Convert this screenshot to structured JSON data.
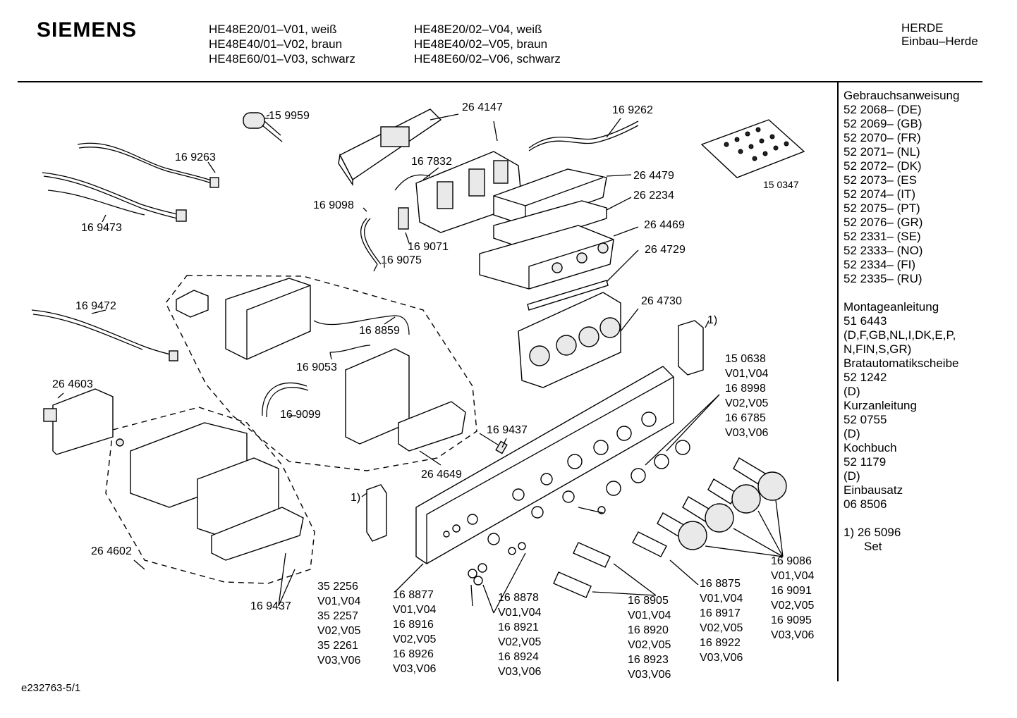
{
  "header": {
    "brand": "SIEMENS",
    "models_col1": [
      "HE48E20/01–V01, weiß",
      "HE48E40/01–V02, braun",
      "HE48E60/01–V03, schwarz"
    ],
    "models_col2": [
      "HE48E20/02–V04, weiß",
      "HE48E40/02–V05, braun",
      "HE48E60/02–V06, schwarz"
    ],
    "category": [
      "HERDE",
      "Einbau–Herde"
    ]
  },
  "sidebar": {
    "sections": [
      {
        "title": "Gebrauchsanweisung",
        "lines": [
          "52 2068– (DE)",
          "52 2069– (GB)",
          "52 2070– (FR)",
          "52 2071– (NL)",
          "52 2072– (DK)",
          "52 2073– (ES",
          "52 2074– (IT)",
          "52 2075– (PT)",
          "52 2076– (GR)",
          "52 2331– (SE)",
          "52 2333– (NO)",
          "52 2334– (FI)",
          "52 2335– (RU)"
        ]
      },
      {
        "title": "Montageanleitung",
        "lines": [
          "51 6443",
          "(D,F,GB,NL,I,DK,E,P,",
          "N,FIN,S,GR)"
        ]
      },
      {
        "title": "Bratautomatikscheibe",
        "lines": [
          "52 1242",
          "(D)"
        ]
      },
      {
        "title": "Kurzanleitung",
        "lines": [
          "52 0755",
          "(D)"
        ]
      },
      {
        "title": "Kochbuch",
        "lines": [
          "52 1179",
          "(D)"
        ]
      },
      {
        "title": "Einbausatz",
        "lines": [
          "06 8506"
        ]
      }
    ],
    "note": [
      "1) 26 5096",
      "Set"
    ]
  },
  "labels": {
    "p159959": "15 9959",
    "p264147": "26 4147",
    "p169262": "16 9262",
    "p169263": "16 9263",
    "p167832": "16 7832",
    "p264479": "26 4479",
    "p150347": "15 0347",
    "p262234": "26 2234",
    "p169098": "16 9098",
    "p169473": "16 9473",
    "p264469": "26 4469",
    "p169071": "16 9071",
    "p264729": "26 4729",
    "p169075": "16 9075",
    "p169472": "16 9472",
    "p264730": "26 4730",
    "p168859": "16 8859",
    "note1a": "1)",
    "p169053": "16 9053",
    "p264603": "26 4603",
    "p169099": "16 9099",
    "p169437a": "16 9437",
    "p264649": "26 4649",
    "note1b": "1)",
    "p264602": "26 4602",
    "p169437b": "16 9437"
  },
  "multi_labels": {
    "g150638": [
      "15 0638",
      "V01,V04",
      "16 8998",
      "V02,V05",
      "16 6785",
      "V03,V06"
    ],
    "g169086": [
      "16 9086",
      "V01,V04",
      "16 9091",
      "V02,V05",
      "16 9095",
      "V03,V06"
    ],
    "g168875": [
      "16 8875",
      "V01,V04",
      "16 8917",
      "V02,V05",
      "16 8922",
      "V03,V06"
    ],
    "g168905": [
      "16 8905",
      "V01,V04",
      "16 8920",
      "V02,V05",
      "16 8923",
      "V03,V06"
    ],
    "g168878": [
      "16 8878",
      "V01,V04",
      "16 8921",
      "V02,V05",
      "16 8924",
      "V03,V06"
    ],
    "g168877": [
      "16 8877",
      "V01,V04",
      "16 8916",
      "V02,V05",
      "16 8926",
      "V03,V06"
    ],
    "g352256": [
      "35 2256",
      "V01,V04",
      "35 2257",
      "V02,V05",
      "35 2261",
      "V03,V06"
    ]
  },
  "footer": "e232763-5/1"
}
